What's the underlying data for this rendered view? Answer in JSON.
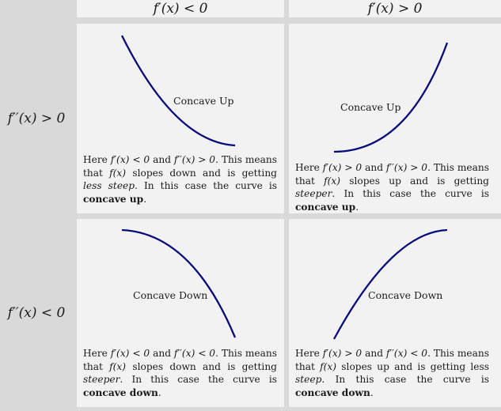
{
  "columns": [
    {
      "header": "f′(x) < 0"
    },
    {
      "header": "f′(x) > 0"
    }
  ],
  "rows": [
    {
      "label": "f′′(x) > 0",
      "cells": [
        {
          "curve_label": "Concave Up",
          "desc": [
            {
              "t": "Here "
            },
            {
              "t": "f′(x) < 0",
              "s": "m"
            },
            {
              "t": " and "
            },
            {
              "t": "f′′(x) > 0",
              "s": "m"
            },
            {
              "t": ". This means that "
            },
            {
              "t": "f(x)",
              "s": "m"
            },
            {
              "t": " slopes down and is getting "
            },
            {
              "t": "less steep",
              "s": "i"
            },
            {
              "t": ". In this case the curve is "
            },
            {
              "t": "concave up",
              "s": "b"
            },
            {
              "t": "."
            }
          ]
        },
        {
          "curve_label": "Concave Up",
          "desc": [
            {
              "t": "Here "
            },
            {
              "t": "f′(x) > 0",
              "s": "m"
            },
            {
              "t": " and "
            },
            {
              "t": "f′′(x) > 0",
              "s": "m"
            },
            {
              "t": ". This means that "
            },
            {
              "t": "f(x)",
              "s": "m"
            },
            {
              "t": " slopes up and is getting "
            },
            {
              "t": "steeper",
              "s": "i"
            },
            {
              "t": ". In this case the curve is "
            },
            {
              "t": "concave up",
              "s": "b"
            },
            {
              "t": "."
            }
          ]
        }
      ]
    },
    {
      "label": "f′′(x) < 0",
      "cells": [
        {
          "curve_label": "Concave Down",
          "desc": [
            {
              "t": "Here "
            },
            {
              "t": "f′(x) < 0",
              "s": "m"
            },
            {
              "t": " and "
            },
            {
              "t": "f′′(x) < 0",
              "s": "m"
            },
            {
              "t": ". This means that "
            },
            {
              "t": "f(x)",
              "s": "m"
            },
            {
              "t": " slopes down and is getting "
            },
            {
              "t": "steeper",
              "s": "i"
            },
            {
              "t": ". In this case the curve is "
            },
            {
              "t": "concave down",
              "s": "b"
            },
            {
              "t": "."
            }
          ]
        },
        {
          "curve_label": "Concave Down",
          "desc": [
            {
              "t": "Here "
            },
            {
              "t": "f′(x) > 0",
              "s": "m"
            },
            {
              "t": " and "
            },
            {
              "t": "f′′(x) < 0",
              "s": "m"
            },
            {
              "t": ". This means that "
            },
            {
              "t": "f(x)",
              "s": "m"
            },
            {
              "t": " slopes up and is getting less "
            },
            {
              "t": "steep",
              "s": "i"
            },
            {
              "t": ". In this case the curve is "
            },
            {
              "t": "concave down",
              "s": "b"
            },
            {
              "t": "."
            }
          ]
        }
      ]
    }
  ],
  "colors": {
    "curve": "#0a0a78",
    "cell_bg": "#f2f2f2",
    "grid": "#d9d9d9"
  }
}
